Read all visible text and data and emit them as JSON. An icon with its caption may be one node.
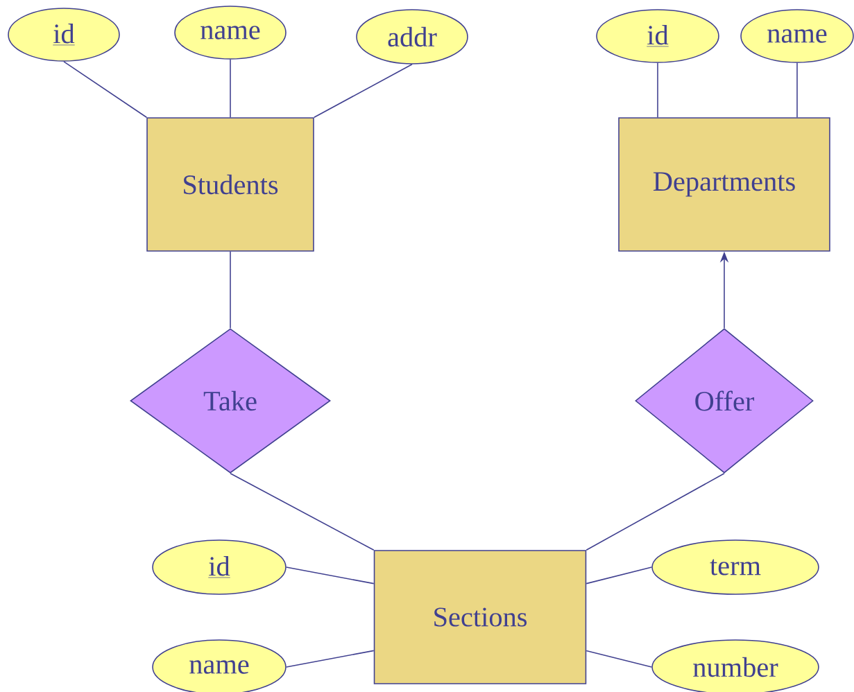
{
  "diagram": {
    "nodes": [
      {
        "text": [
          "id"
        ]
      },
      {
        "text": [
          "name"
        ]
      },
      {
        "text": [
          "addr"
        ]
      },
      {
        "text": [
          "Students"
        ]
      },
      {
        "text": [
          "id"
        ]
      },
      {
        "text": [
          "name"
        ]
      },
      {
        "text": [
          "Departments"
        ]
      },
      {
        "text": [
          "Take"
        ]
      },
      {
        "text": [
          "Offer"
        ]
      },
      {
        "text": [
          "Sections"
        ]
      },
      {
        "text": [
          "id"
        ]
      },
      {
        "text": [
          "term"
        ]
      },
      {
        "text": [
          "name"
        ]
      },
      {
        "text": [
          "number"
        ]
      }
    ],
    "edges": [
      {
        "from": 0,
        "to": 3,
        "arrow": "none"
      },
      {
        "from": 1,
        "to": 3,
        "arrow": "none"
      },
      {
        "from": 2,
        "to": 3,
        "arrow": "none"
      },
      {
        "from": 4,
        "to": 6,
        "arrow": "none"
      },
      {
        "from": 5,
        "to": 6,
        "arrow": "none"
      },
      {
        "from": 3,
        "to": 7,
        "arrow": "none"
      },
      {
        "from": 9,
        "to": 7,
        "arrow": "none"
      },
      {
        "from": 8,
        "to": 6,
        "arrow": "to"
      },
      {
        "from": 9,
        "to": 8,
        "arrow": "none"
      },
      {
        "from": 10,
        "to": 9,
        "arrow": "none"
      },
      {
        "from": 11,
        "to": 9,
        "arrow": "none"
      },
      {
        "from": 12,
        "to": 9,
        "arrow": "none"
      },
      {
        "from": 13,
        "to": 9,
        "arrow": "none"
      }
    ]
  }
}
